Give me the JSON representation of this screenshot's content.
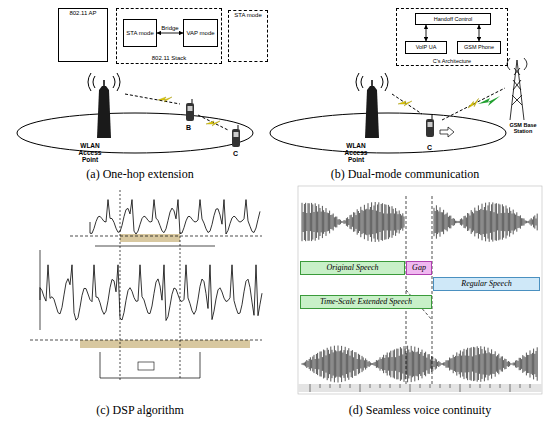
{
  "diagram": {
    "nodes": [
      {
        "text": [
          "802.11 AP"
        ]
      },
      {
        "text": [
          "802.11 Stack"
        ]
      },
      {
        "text": [
          "STA mode"
        ],
        "in": 1
      },
      {
        "text": [
          "VAP mode"
        ],
        "in": 1
      },
      {
        "text": [
          "STA mode"
        ]
      },
      {
        "text": [
          "C's Architecture"
        ]
      },
      {
        "text": [
          "Handoff Control"
        ],
        "in": 5
      },
      {
        "text": [
          "VoIP UA"
        ],
        "in": 5
      },
      {
        "text": [
          "GSM Phone"
        ],
        "in": 5
      },
      {
        "text": [
          "Original Speech"
        ]
      },
      {
        "text": [
          "Gap"
        ]
      },
      {
        "text": [
          "Regular Speech"
        ]
      },
      {
        "text": [
          "Time-Scale Extended Speech"
        ]
      }
    ],
    "edges": [
      {
        "from": 2,
        "to": 3,
        "label": "Bridge",
        "arrow": "both"
      },
      {
        "from": 6,
        "to": 7,
        "arrow": "both"
      },
      {
        "from": 6,
        "to": 8,
        "arrow": "both"
      }
    ],
    "labels": [
      "WLAN Access Point",
      "B",
      "C",
      "(a) One-hop extension",
      "WLAN Access Point",
      "C",
      "GSM Base Station",
      "(b) Dual-mode communication",
      "(c) DSP algorithm",
      "(d) Seamless voice continuity"
    ]
  }
}
